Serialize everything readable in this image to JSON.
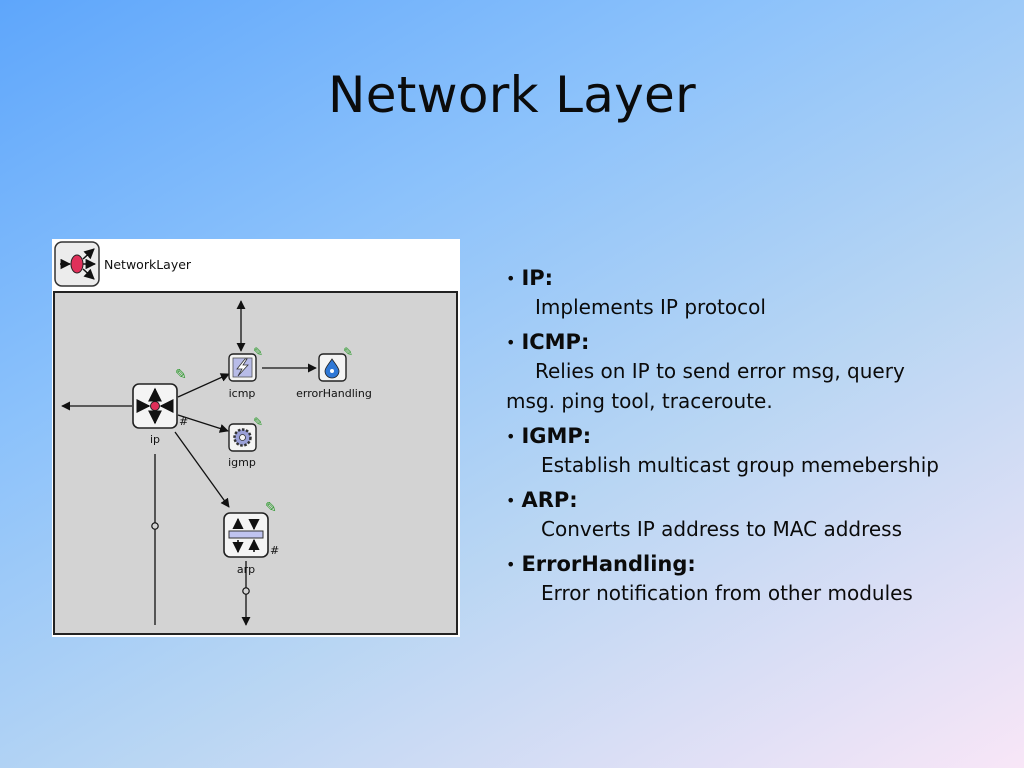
{
  "slide": {
    "title": "Network Layer"
  },
  "figure": {
    "header_label": "NetworkLayer",
    "modules": {
      "ip": "ip",
      "icmp": "icmp",
      "error_handling": "errorHandling",
      "igmp": "igmp",
      "arp": "arp"
    },
    "gate_marker": "#",
    "icons": [
      "network-layer-icon",
      "router-icon",
      "lightning-icon",
      "drop-icon",
      "gear-icon",
      "arrows-icon"
    ]
  },
  "bullets": [
    {
      "term": "IP:",
      "description": "Implements IP protocol"
    },
    {
      "term": "ICMP:",
      "description_line1": "Relies on IP to send error msg, query",
      "description_line2": "msg. ping tool, traceroute."
    },
    {
      "term": "IGMP:",
      "description": "Establish multicast group memebership"
    },
    {
      "term": "ARP:",
      "description": "Converts IP address to MAC address"
    },
    {
      "term": "ErrorHandling:",
      "description": "Error notification from other modules"
    }
  ],
  "colors": {
    "canvas": "#d3d3d3",
    "module_face": "#f4f4f4",
    "red_dot": "#e0305a",
    "blue_bar": "#c0c4f0"
  }
}
